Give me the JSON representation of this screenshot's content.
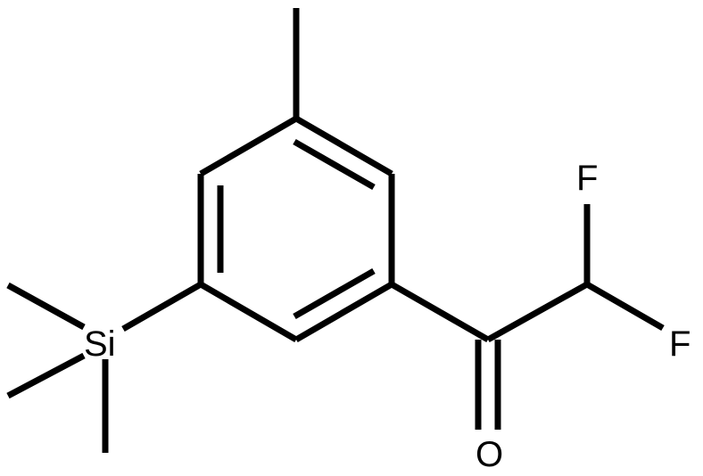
{
  "molecule": {
    "atoms": {
      "silicon": "Si",
      "fluorine_top": "F",
      "fluorine_right": "F",
      "oxygen": "O"
    },
    "colors": {
      "bond": "#000000",
      "label": "#000000",
      "background": "#ffffff"
    }
  }
}
